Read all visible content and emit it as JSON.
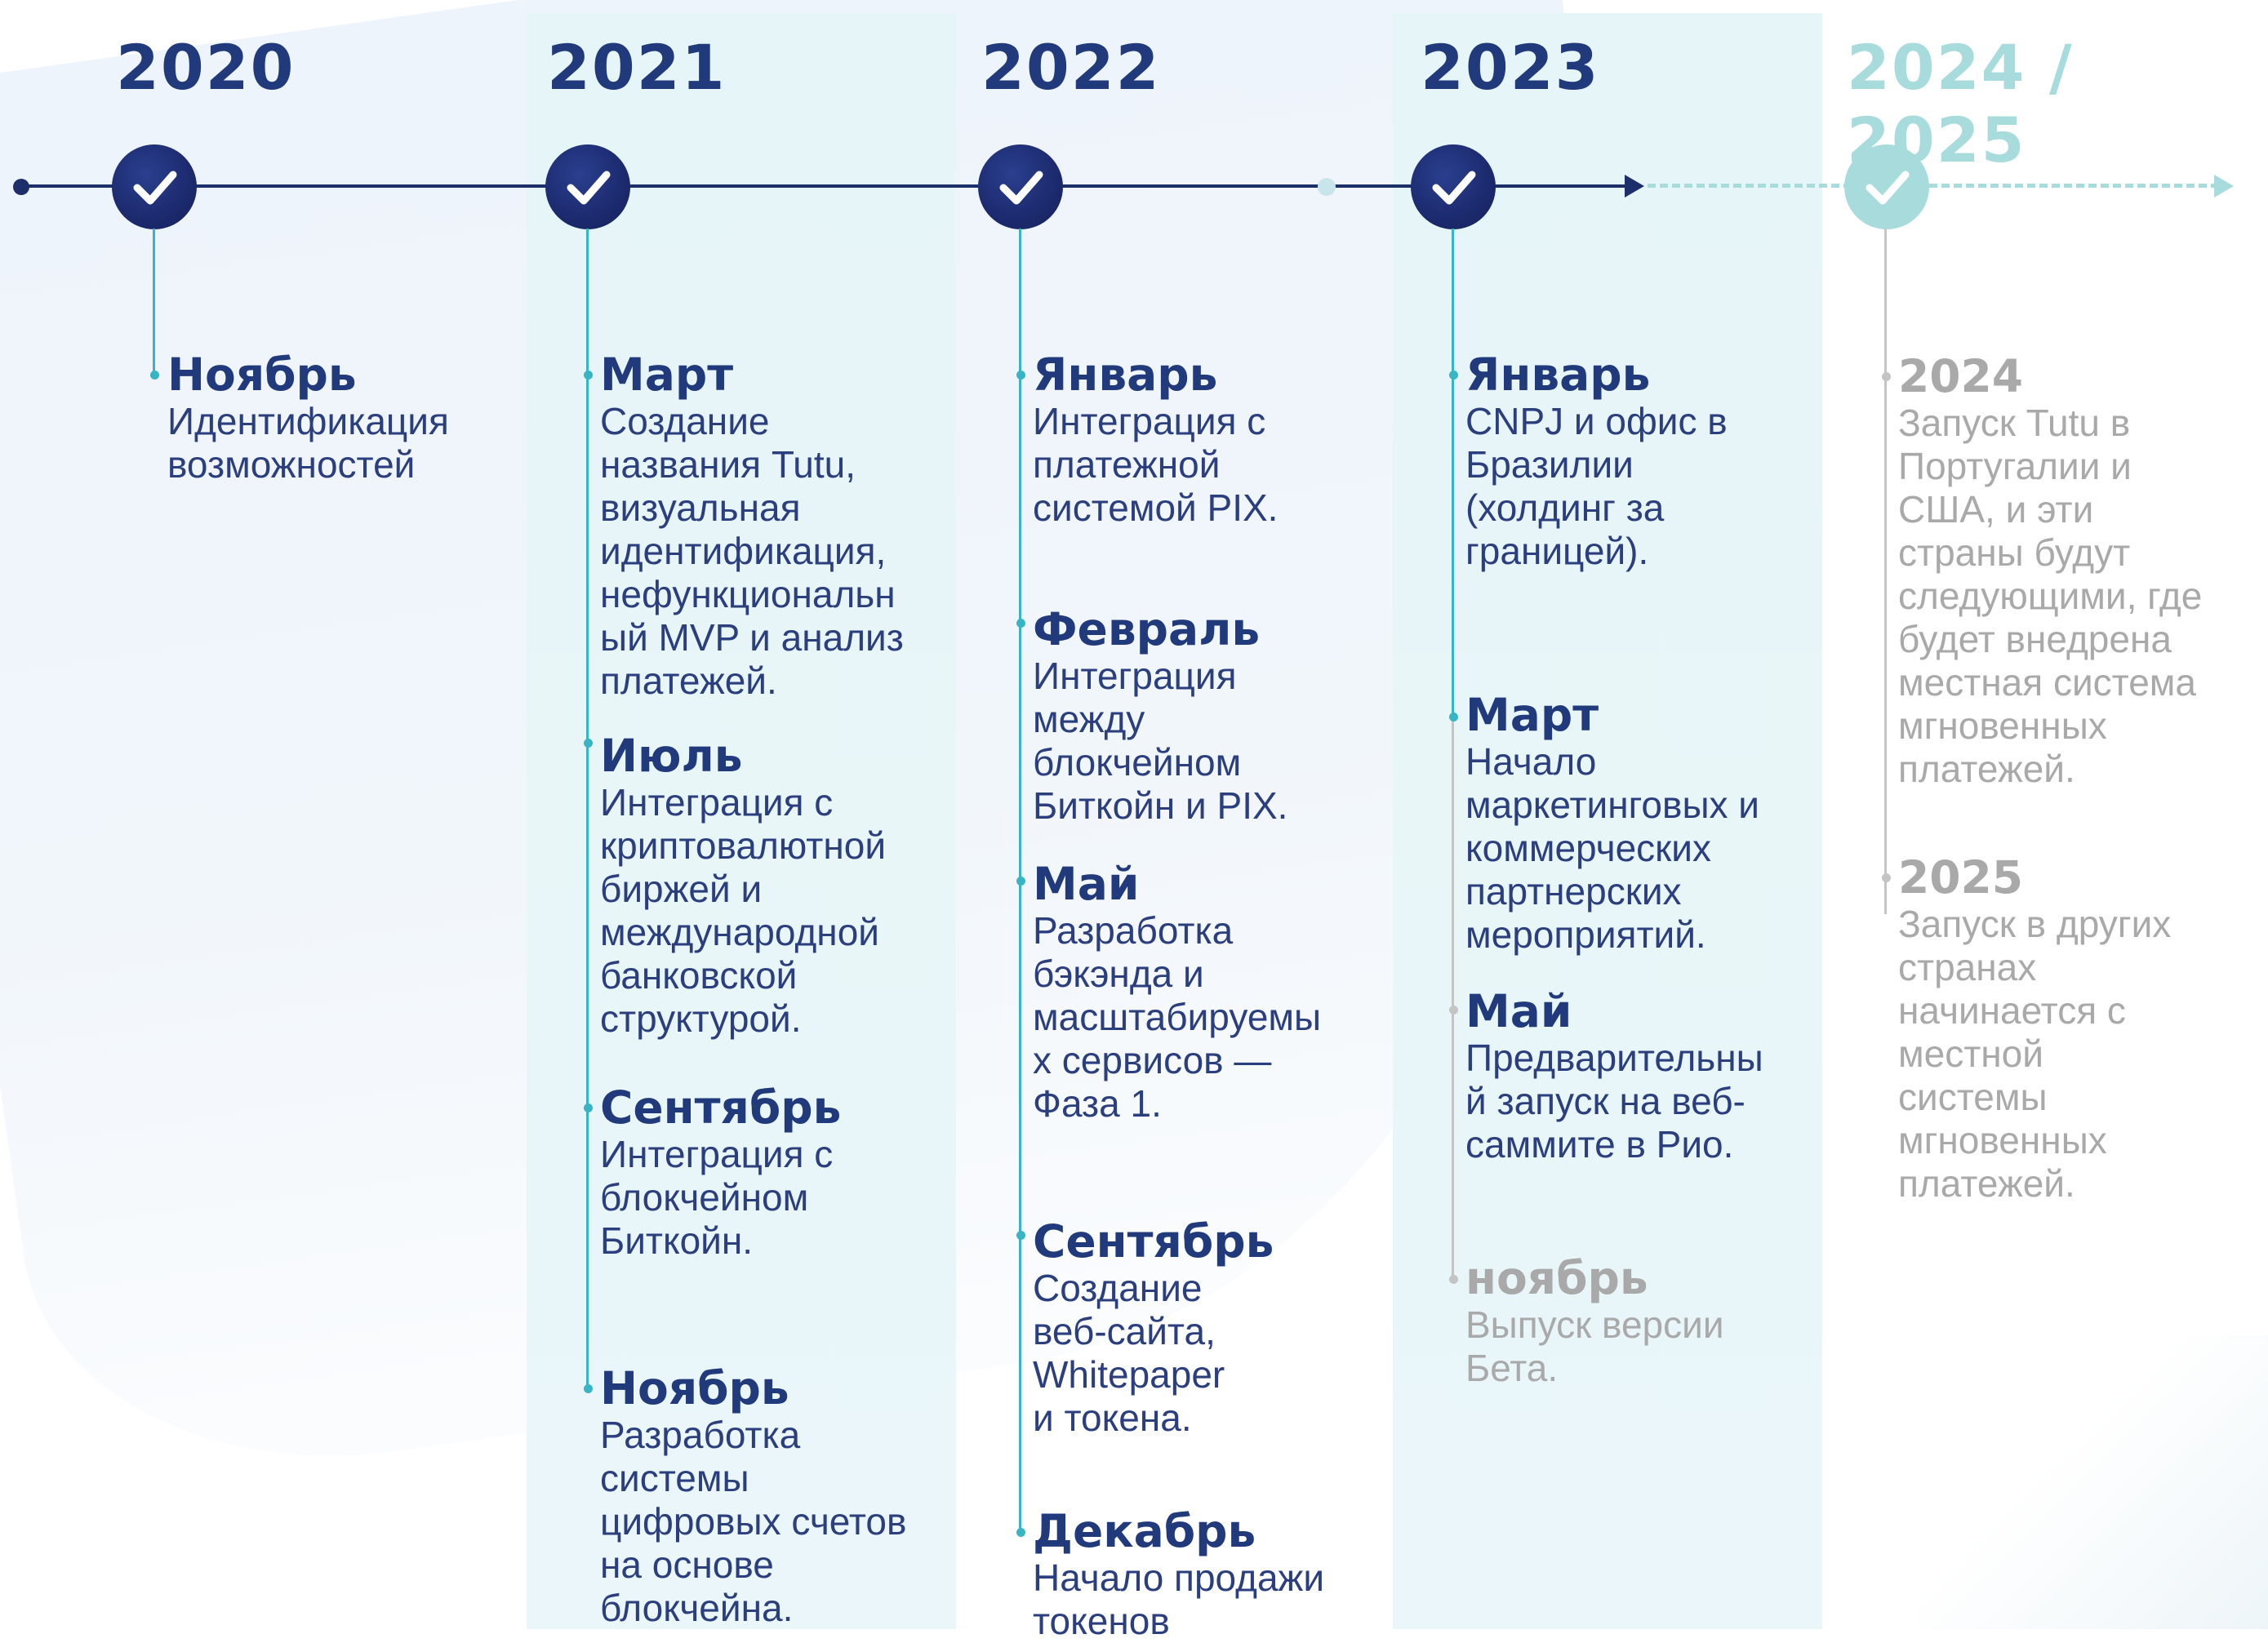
{
  "timeline": {
    "years": [
      "2020",
      "2021",
      "2022",
      "2023",
      "2024 / 2025"
    ],
    "columns": [
      {
        "year": "2020",
        "events": [
          {
            "title": "Ноябрь",
            "desc": "Идентификация\nвозможностей"
          }
        ]
      },
      {
        "year": "2021",
        "events": [
          {
            "title": "Март",
            "desc": "Создание\nназвания Tutu,\nвизуальная\nидентификация,\nнефункциональн\nый MVP и анализ\nплатежей."
          },
          {
            "title": "Июль",
            "desc": "Интеграция с\nкриптовалютной\nбиржей и\nмеждународной\nбанковской\nструктурой."
          },
          {
            "title": "Сентябрь",
            "desc": "Интеграция с\nблокчейном\nБиткойн."
          },
          {
            "title": "Ноябрь",
            "desc": "Разработка\nсистемы\nцифровых счетов\nна основе\nблокчейна."
          }
        ]
      },
      {
        "year": "2022",
        "events": [
          {
            "title": "Январь",
            "desc": "Интеграция с\nплатежной\nсистемой PIX."
          },
          {
            "title": "Февраль",
            "desc": "Интеграция\nмежду\nблокчейном\nБиткойн и PIX."
          },
          {
            "title": "Май",
            "desc": "Разработка\nбэкэнда и\nмасштабируемы\nх сервисов —\nФаза 1."
          },
          {
            "title": "Сентябрь",
            "desc": "Создание\nвеб-сайта,\nWhitepaper\nи токена."
          },
          {
            "title": "Декабрь",
            "desc": "Начало продажи\nтокенов"
          }
        ]
      },
      {
        "year": "2023",
        "events": [
          {
            "title": "Январь",
            "desc": "CNPJ и офис в\nБразилии\n(холдинг за\nграницей)."
          },
          {
            "title": "Март",
            "desc": "Начало\nмаркетинговых и\nкоммерческих\nпартнерских\nмероприятий."
          },
          {
            "title": "Май",
            "desc": "Предварительны\nй запуск на веб-\nсаммите в Рио."
          },
          {
            "title": "ноябрь",
            "desc": "Выпуск версии\nБета."
          }
        ]
      },
      {
        "year": "2024 / 2025",
        "events": [
          {
            "title": "2024",
            "desc": "Запуск Tutu в\nПортугалии и\nСША, и эти\nстраны будут\nследующими, где\nбудет внедрена\nместная система\nмгновенных\nплатежей."
          },
          {
            "title": "2025",
            "desc": "Запуск в других\nстранах\nначинается с\nместной\nсистемы\nмгновенных\nплатежей."
          }
        ]
      }
    ]
  },
  "colors": {
    "navy": "#213a7c",
    "accent_teal": "#38b5c4",
    "future": "#a8dbdb",
    "future_text": "#a9a9a9",
    "band": "#e6f5f8"
  },
  "icons": {
    "milestone": "checkmark-circle-icon"
  }
}
